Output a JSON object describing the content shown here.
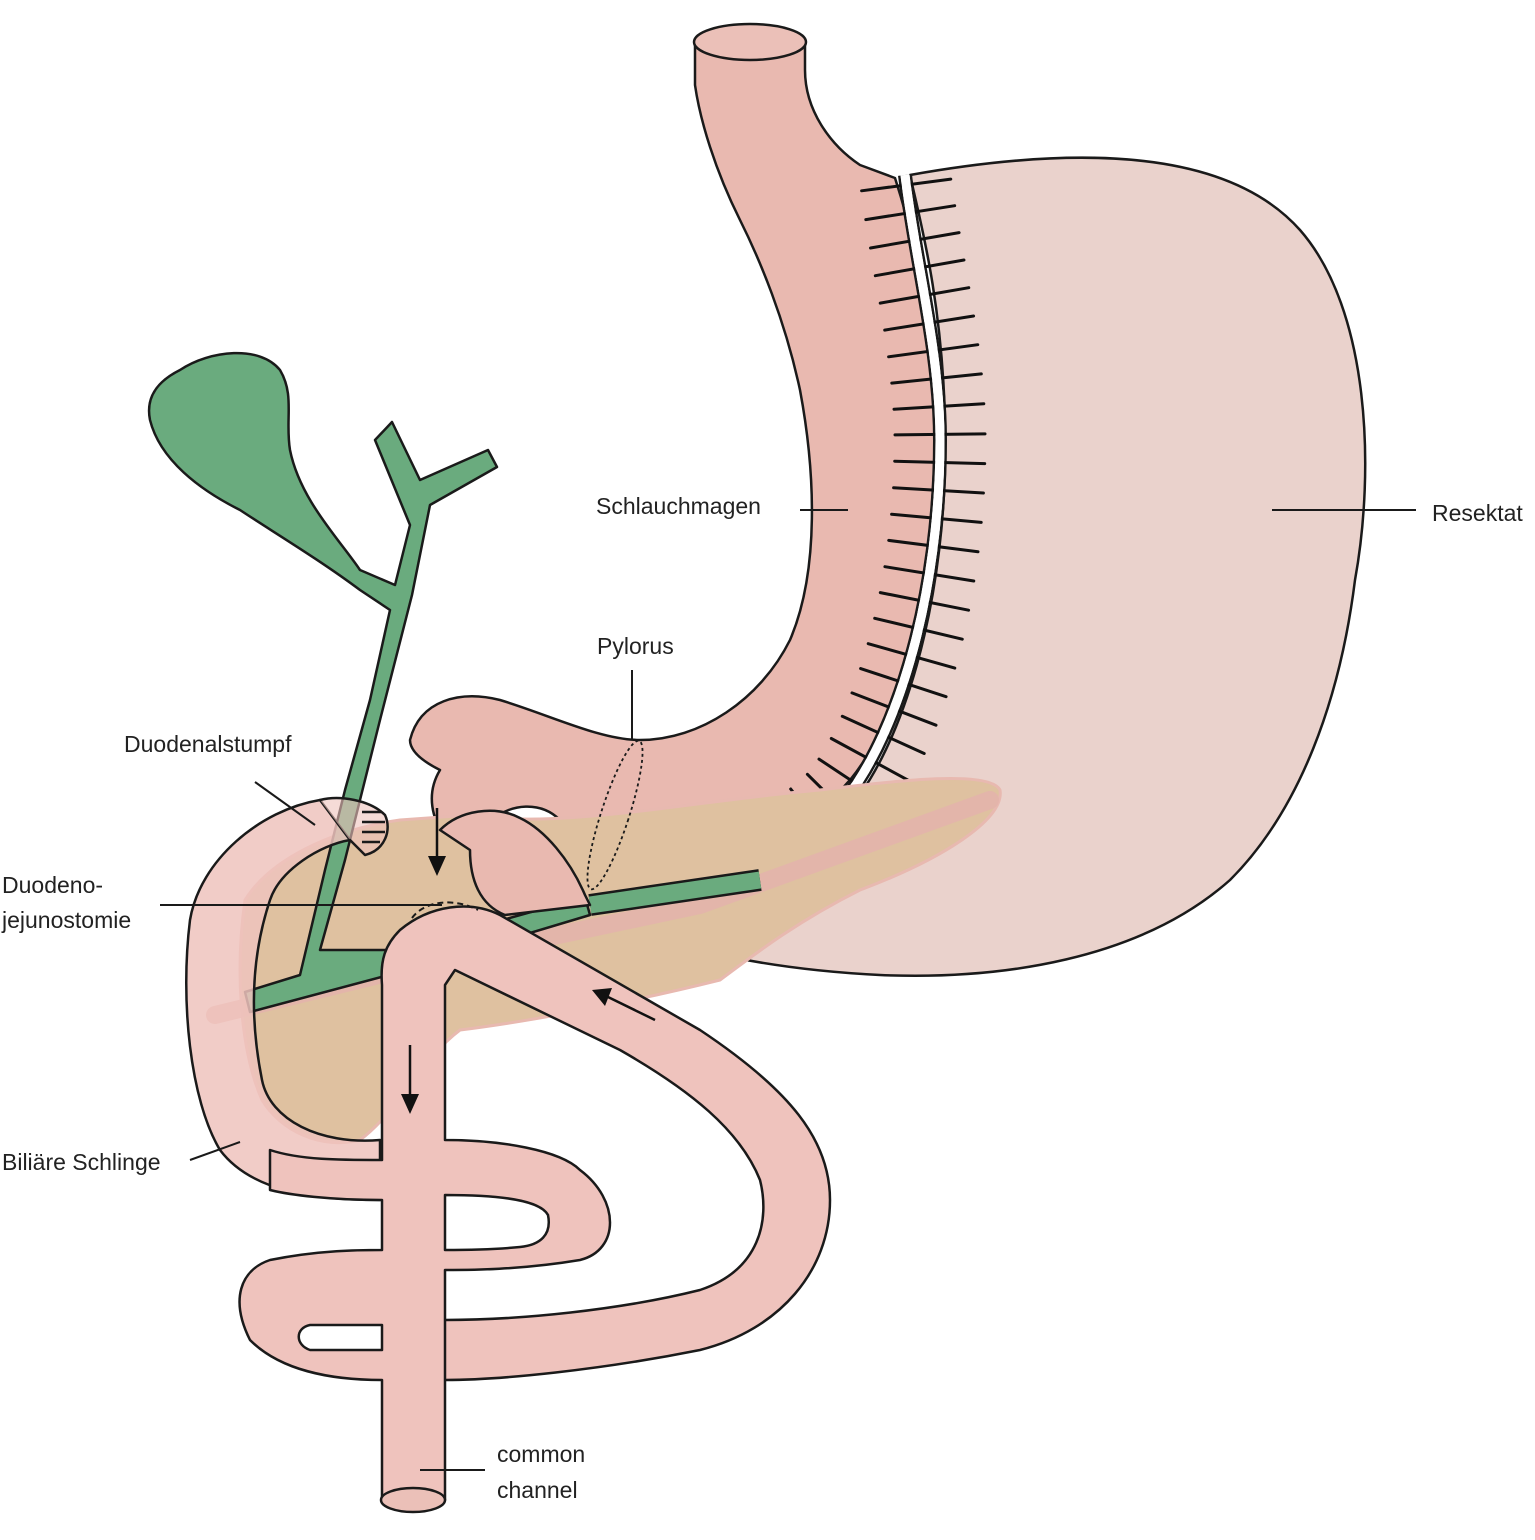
{
  "labels": {
    "schlauchmagen": "Schlauchmagen",
    "resektat": "Resektat",
    "pylorus": "Pylorus",
    "duodenalstumpf": "Duodenalstumpf",
    "duodeno_line1": "Duodeno-",
    "duodeno_line2": "jejunostomie",
    "biliaere_schlinge": "Biliäre Schlinge",
    "common_line1": "common",
    "common_line2": "channel"
  },
  "colors": {
    "sleeve_stomach": "#e9b9b0",
    "resected_stomach": "#ead2cc",
    "intestine": "#efc3bd",
    "pancreas": "#dfc1a0",
    "bile_system": "#6aab7e",
    "outline": "#1a1a1a"
  }
}
